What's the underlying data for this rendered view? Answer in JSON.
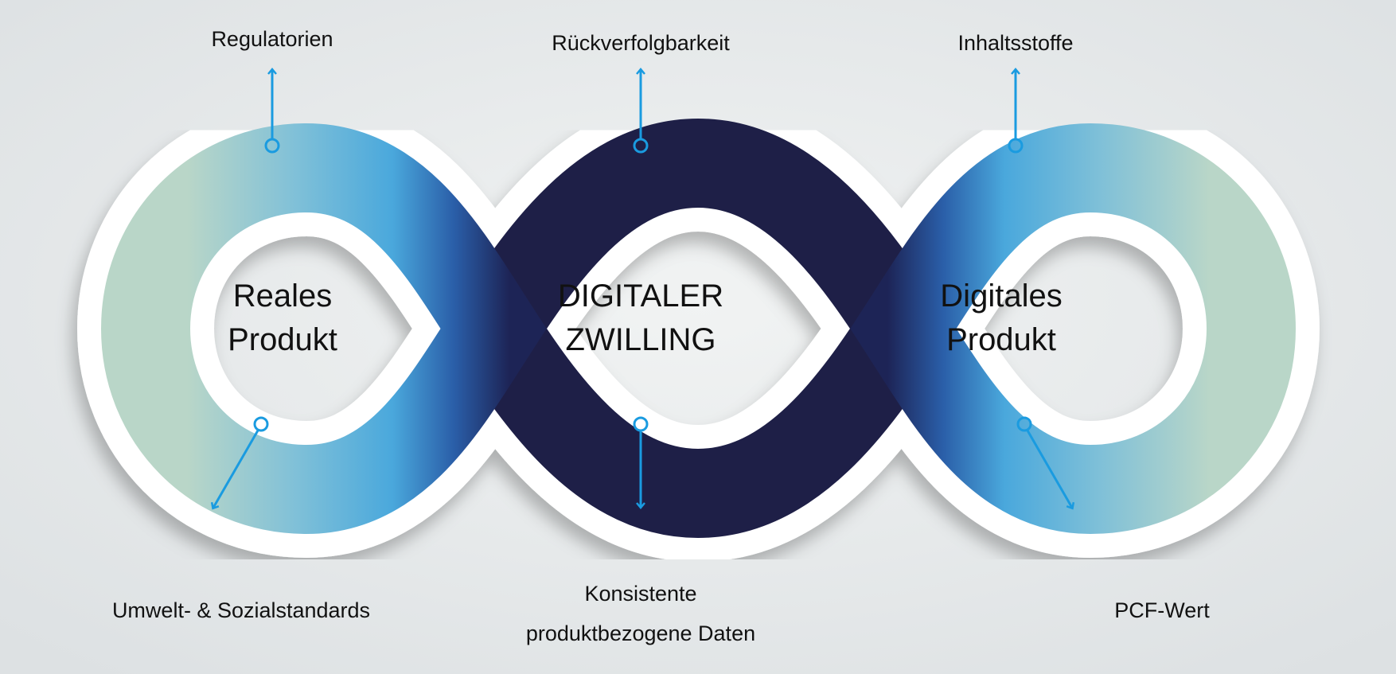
{
  "loops": [
    {
      "id": "real",
      "line1": "Reales",
      "line2": "Produkt"
    },
    {
      "id": "twin",
      "line1": "DIGITALER",
      "line2": "ZWILLING"
    },
    {
      "id": "digital",
      "line1": "Digitales",
      "line2": "Produkt"
    }
  ],
  "callouts": {
    "top_left": "Regulatorien",
    "top_center": "Rückverfolgbarkeit",
    "top_right": "Inhaltsstoffe",
    "bottom_left": "Umwelt- & Sozialstandards",
    "bottom_center_1": "Konsistente",
    "bottom_center_2": "produktbezogene Daten",
    "bottom_right": "PCF-Wert"
  },
  "colors": {
    "accent": "#1a9be0",
    "dark": "#1e1f47",
    "light": "#b9d6c8",
    "mid": "#4aa8dc"
  }
}
